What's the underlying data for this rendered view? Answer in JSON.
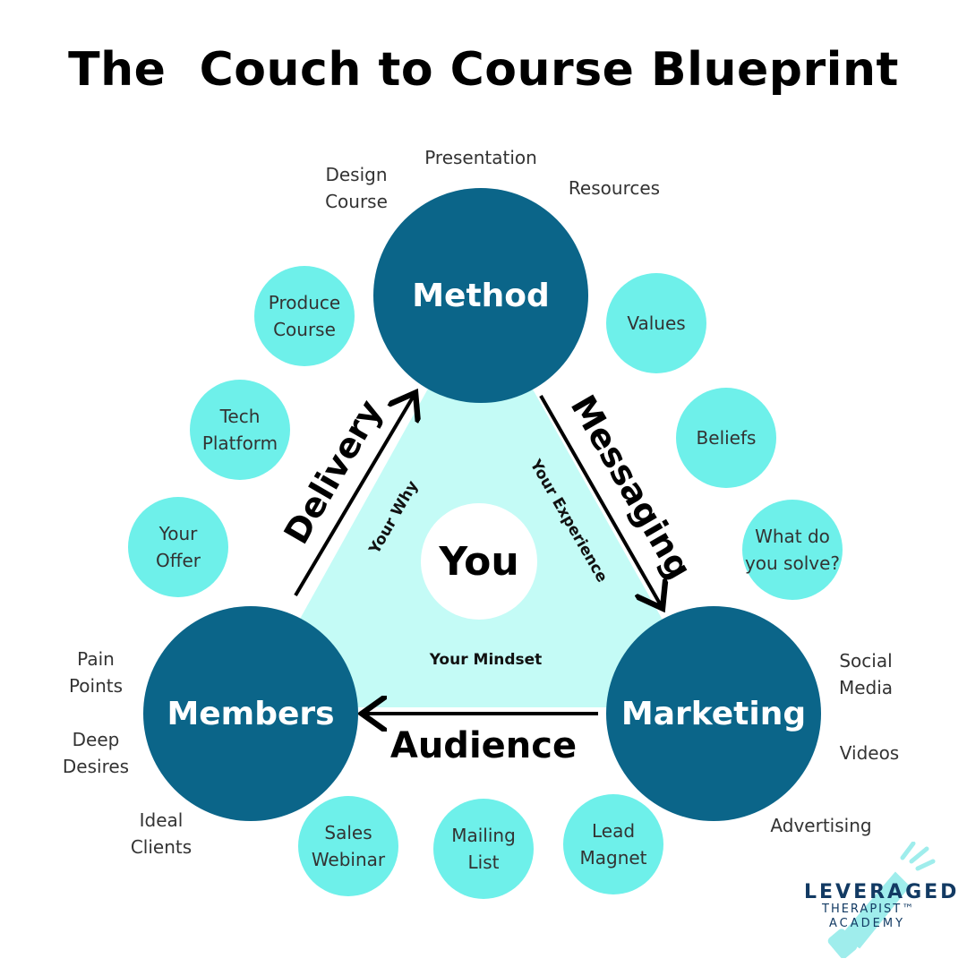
{
  "title": "The  Couch to Course Blueprint",
  "colors": {
    "main_circle": "#0b6589",
    "satellite_circle": "#6ef0ea",
    "triangle_fill": "#c4fbf6",
    "arrow": "#000000",
    "logo_text": "#123a63",
    "logo_icon": "#7fe8e6"
  },
  "center": {
    "label": "You"
  },
  "main_nodes": {
    "method": "Method",
    "members": "Members",
    "marketing": "Marketing"
  },
  "edges": {
    "delivery": "Delivery",
    "messaging": "Messaging",
    "audience": "Audience"
  },
  "inner_labels": {
    "why": "Your Why",
    "experience": "Your Experience",
    "mindset": "Your Mindset"
  },
  "satellites": {
    "produce_course": "Produce\nCourse",
    "tech_platform": "Tech\nPlatform",
    "your_offer": "Your\nOffer",
    "values": "Values",
    "beliefs": "Beliefs",
    "what_do_you_solve": "What do\nyou solve?",
    "sales_webinar": "Sales\nWebinar",
    "mailing_list": "Mailing\nList",
    "lead_magnet": "Lead\nMagnet"
  },
  "text_labels": {
    "design_course": "Design\nCourse",
    "presentation": "Presentation",
    "resources": "Resources",
    "pain_points": "Pain\nPoints",
    "deep_desires": "Deep\nDesires",
    "ideal_clients": "Ideal\nClients",
    "social_media": "Social\nMedia",
    "videos": "Videos",
    "advertising": "Advertising"
  },
  "logo": {
    "name": "LEVERAGED",
    "line2": "THERAPIST™",
    "line3": "ACADEMY",
    "icon": "megaphone-icon"
  }
}
